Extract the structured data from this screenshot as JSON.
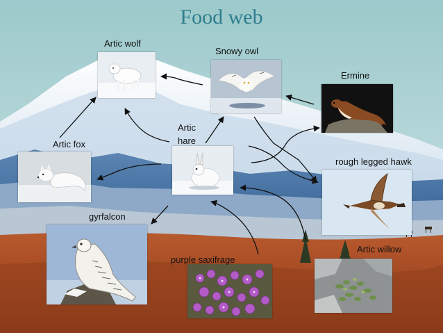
{
  "title": "Food web",
  "organisms": {
    "wolf": "Artic wolf",
    "owl": "Snowy owl",
    "ermine": "Ermine",
    "hare": "Artic\nhare",
    "fox": "Artic fox",
    "hawk": "rough legged hawk",
    "gyrfalcon": "gyrfalcon",
    "willow": "Artic willow",
    "saxifrage": "purple saxifrage"
  },
  "icons": {
    "wolf": "arctic-wolf-photo",
    "owl": "snowy-owl-photo",
    "ermine": "ermine-photo",
    "hare": "arctic-hare-photo",
    "fox": "arctic-fox-photo",
    "hawk": "rough-legged-hawk-photo",
    "gyrfalcon": "gyrfalcon-photo",
    "willow": "arctic-willow-photo",
    "saxifrage": "purple-saxifrage-photo"
  },
  "colors": {
    "title": "#2e7d8c",
    "sky": "#a9cfd0",
    "tundra": "#a94a24",
    "arrow": "#111111"
  }
}
